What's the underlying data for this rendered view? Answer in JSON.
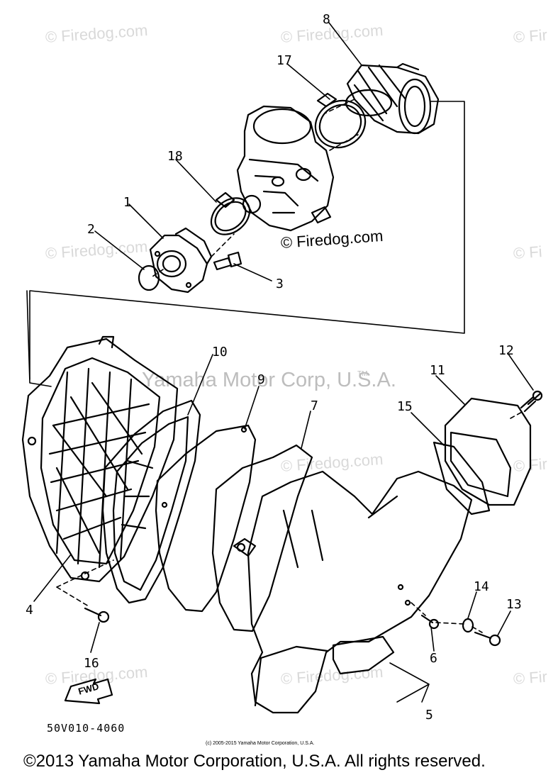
{
  "watermarks": {
    "firedog": "© Firedog.com",
    "firedog_cut": "© Fir",
    "firedog_cut_b": "© Fi",
    "firedog_main": "© Firedog.com",
    "corp": "Yamaha Motor Corp, U.S.A.",
    "tm": "TM"
  },
  "callouts": {
    "c1": "1",
    "c2": "2",
    "c3": "3",
    "c4": "4",
    "c5": "5",
    "c6": "6",
    "c7": "7",
    "c8": "8",
    "c9": "9",
    "c10": "10",
    "c11": "11",
    "c12": "12",
    "c13": "13",
    "c14": "14",
    "c15": "15",
    "c16": "16",
    "c17": "17",
    "c18": "18"
  },
  "fwd_label": "FWD",
  "diagram_code": "50V010-4060",
  "fine_print": "(c) 2005-2015 Yamaha Motor Corporation, U.S.A.",
  "copyright": "©2013 Yamaha Motor Corporation, U.S.A. All rights reserved."
}
